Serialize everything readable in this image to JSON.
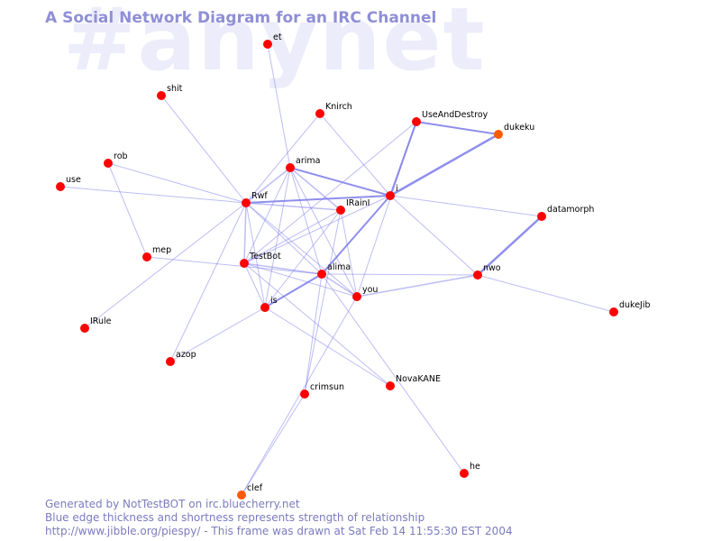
{
  "watermark": "#anynet",
  "title": "A Social Network Diagram for an IRC Channel",
  "footer": {
    "line1": "Generated by NotTestBOT on irc.bluecherry.net",
    "line2": "Blue edge thickness and shortness represents strength of relationship",
    "line3": "http://www.jibble.org/piespy/ - This frame was drawn at Sat Feb 14 11:55:30 EST 2004"
  },
  "colors": {
    "edge": "#7b7bea",
    "node_default": "#ff0000",
    "node_alt": "#ff5a00",
    "title": "#8f8fd6"
  },
  "nodes": [
    {
      "id": "et",
      "label": "et"
    },
    {
      "id": "shit",
      "label": "shit"
    },
    {
      "id": "Knirch",
      "label": "Knirch"
    },
    {
      "id": "UseAndDestroy",
      "label": "UseAndDestroy"
    },
    {
      "id": "dukeku",
      "label": "dukeku",
      "color": "#ff5a00"
    },
    {
      "id": "rob",
      "label": "rob"
    },
    {
      "id": "arima",
      "label": "arima"
    },
    {
      "id": "use",
      "label": "use"
    },
    {
      "id": "Rwf",
      "label": "Rwf"
    },
    {
      "id": "IRainI",
      "label": "IRainI"
    },
    {
      "id": "i",
      "label": "i"
    },
    {
      "id": "datamorph",
      "label": "datamorph"
    },
    {
      "id": "mep",
      "label": "mep"
    },
    {
      "id": "TestBot",
      "label": "TestBot"
    },
    {
      "id": "alima",
      "label": "alima"
    },
    {
      "id": "nwo",
      "label": "nwo"
    },
    {
      "id": "you",
      "label": "you"
    },
    {
      "id": "is",
      "label": "is"
    },
    {
      "id": "dukeJib",
      "label": "dukeJib"
    },
    {
      "id": "IRule",
      "label": "IRule"
    },
    {
      "id": "azop",
      "label": "azop"
    },
    {
      "id": "crimsun",
      "label": "crimsun"
    },
    {
      "id": "NovaKANE",
      "label": "NovaKANE"
    },
    {
      "id": "he",
      "label": "he"
    },
    {
      "id": "clef",
      "label": "clef",
      "color": "#ff5a00"
    }
  ],
  "edges": [
    {
      "a": "i",
      "b": "UseAndDestroy",
      "w": 2
    },
    {
      "a": "UseAndDestroy",
      "b": "dukeku",
      "w": 2
    },
    {
      "a": "i",
      "b": "dukeku",
      "w": 2.5
    },
    {
      "a": "arima",
      "b": "i",
      "w": 2
    },
    {
      "a": "Rwf",
      "b": "i",
      "w": 2
    },
    {
      "a": "Rwf",
      "b": "IRainI",
      "w": 1.5
    },
    {
      "a": "alima",
      "b": "i",
      "w": 2
    },
    {
      "a": "nwo",
      "b": "datamorph",
      "w": 2.5
    },
    {
      "a": "et",
      "b": "arima",
      "w": 1
    },
    {
      "a": "shit",
      "b": "Rwf",
      "w": 1
    },
    {
      "a": "Knirch",
      "b": "Rwf",
      "w": 1
    },
    {
      "a": "Knirch",
      "b": "i",
      "w": 1
    },
    {
      "a": "UseAndDestroy",
      "b": "TestBot",
      "w": 1
    },
    {
      "a": "UseAndDestroy",
      "b": "you",
      "w": 1
    },
    {
      "a": "rob",
      "b": "Rwf",
      "w": 1
    },
    {
      "a": "rob",
      "b": "mep",
      "w": 1
    },
    {
      "a": "use",
      "b": "Rwf",
      "w": 1
    },
    {
      "a": "arima",
      "b": "Rwf",
      "w": 1.5
    },
    {
      "a": "arima",
      "b": "IRainI",
      "w": 1.5
    },
    {
      "a": "arima",
      "b": "TestBot",
      "w": 1
    },
    {
      "a": "arima",
      "b": "is",
      "w": 1
    },
    {
      "a": "arima",
      "b": "you",
      "w": 1
    },
    {
      "a": "arima",
      "b": "alima",
      "w": 1
    },
    {
      "a": "Rwf",
      "b": "TestBot",
      "w": 1.5
    },
    {
      "a": "Rwf",
      "b": "is",
      "w": 1
    },
    {
      "a": "Rwf",
      "b": "alima",
      "w": 1
    },
    {
      "a": "Rwf",
      "b": "IRule",
      "w": 1
    },
    {
      "a": "Rwf",
      "b": "azop",
      "w": 1
    },
    {
      "a": "Rwf",
      "b": "you",
      "w": 1
    },
    {
      "a": "IRainI",
      "b": "TestBot",
      "w": 1
    },
    {
      "a": "IRainI",
      "b": "is",
      "w": 1
    },
    {
      "a": "IRainI",
      "b": "crimsun",
      "w": 1
    },
    {
      "a": "IRainI",
      "b": "you",
      "w": 1
    },
    {
      "a": "i",
      "b": "TestBot",
      "w": 1
    },
    {
      "a": "i",
      "b": "datamorph",
      "w": 1
    },
    {
      "a": "i",
      "b": "nwo",
      "w": 1
    },
    {
      "a": "TestBot",
      "b": "alima",
      "w": 1.5
    },
    {
      "a": "TestBot",
      "b": "is",
      "w": 1
    },
    {
      "a": "TestBot",
      "b": "you",
      "w": 1
    },
    {
      "a": "TestBot",
      "b": "NovaKANE",
      "w": 1
    },
    {
      "a": "mep",
      "b": "alima",
      "w": 1
    },
    {
      "a": "alima",
      "b": "is",
      "w": 2
    },
    {
      "a": "alima",
      "b": "you",
      "w": 1.5
    },
    {
      "a": "alima",
      "b": "nwo",
      "w": 1
    },
    {
      "a": "alima",
      "b": "crimsun",
      "w": 1
    },
    {
      "a": "you",
      "b": "nwo",
      "w": 1.5
    },
    {
      "a": "you",
      "b": "clef",
      "w": 1
    },
    {
      "a": "is",
      "b": "azop",
      "w": 1
    },
    {
      "a": "is",
      "b": "NovaKANE",
      "w": 1
    },
    {
      "a": "nwo",
      "b": "dukeJib",
      "w": 1
    },
    {
      "a": "alima",
      "b": "he",
      "w": 1
    },
    {
      "a": "crimsun",
      "b": "clef",
      "w": 1
    }
  ]
}
